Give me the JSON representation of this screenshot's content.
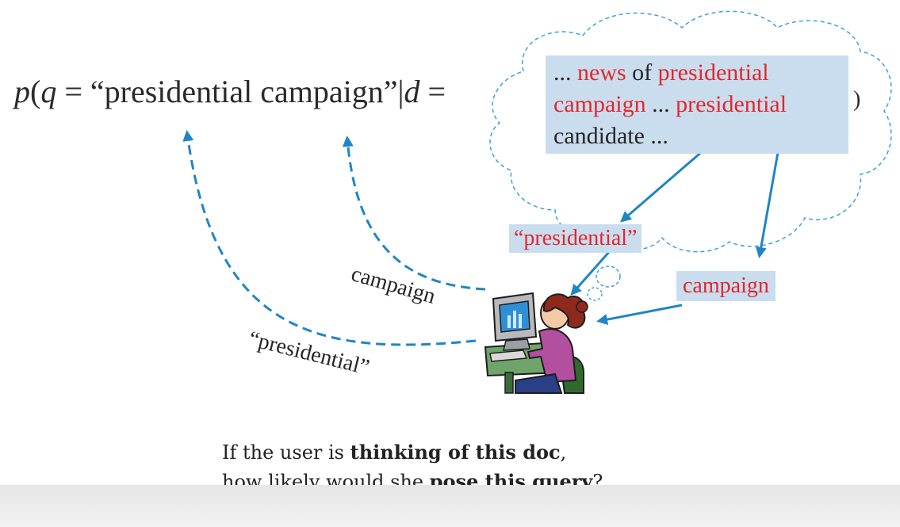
{
  "formula": {
    "p": "p",
    "open": "(",
    "q": "q",
    "eq": " = “presidential campaign”|",
    "d": "d",
    "eq2": " =",
    "close": ")"
  },
  "doc": {
    "line1": [
      {
        "t": "... ",
        "c": "dark"
      },
      {
        "t": "news",
        "c": "red"
      },
      {
        "t": " of ",
        "c": "dark"
      },
      {
        "t": "presidential",
        "c": "red"
      }
    ],
    "line2": [
      {
        "t": "campaign",
        "c": "red"
      },
      {
        "t": " ... ",
        "c": "dark"
      },
      {
        "t": "presidential",
        "c": "red"
      }
    ],
    "line3": [
      {
        "t": "candidate ...",
        "c": "dark"
      }
    ]
  },
  "labels": {
    "presidential_box": "“presidential”",
    "campaign_box": "campaign",
    "campaign_curve": "campaign",
    "presidential_curve": "“presidential”"
  },
  "caption": {
    "line1_a": "If the user is ",
    "line1_b": "thinking of this doc",
    "line1_c": ",",
    "line2_a": "how likely would she ",
    "line2_b": "pose this query",
    "line2_c": "?"
  },
  "colors": {
    "arrow": "#1f85c6",
    "cloud": "#3aa0d8",
    "box_fill": "#c9ddef",
    "highlight": "#e3272b"
  }
}
